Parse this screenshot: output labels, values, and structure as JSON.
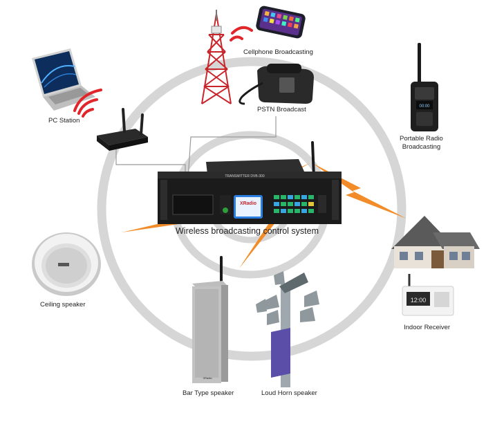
{
  "labels": {
    "cellphone": "Cellphone Broadcasting",
    "pstn": "PSTN Broadcast",
    "pc_station": "PC Station",
    "portable_radio_line1": "Portable Radio",
    "portable_radio_line2": "Broadcasting",
    "center": "Wireless broadcasting control system",
    "ceiling": "Ceiling speaker",
    "indoor": "Indoor Receiver",
    "bar_type": "Bar Type speaker",
    "loud_horn": "Loud Horn speaker"
  },
  "device_text": {
    "rack_brand": "XRadio",
    "rack_header": "TRANSMITTER DVB-300",
    "bar_brand": "XRadio",
    "receiver_time": "12:00"
  },
  "colors": {
    "ring": "#d6d6d6",
    "signal_arrow": "#f28c28",
    "wifi_waves": "#e0262a",
    "tower": "#c8252b"
  }
}
